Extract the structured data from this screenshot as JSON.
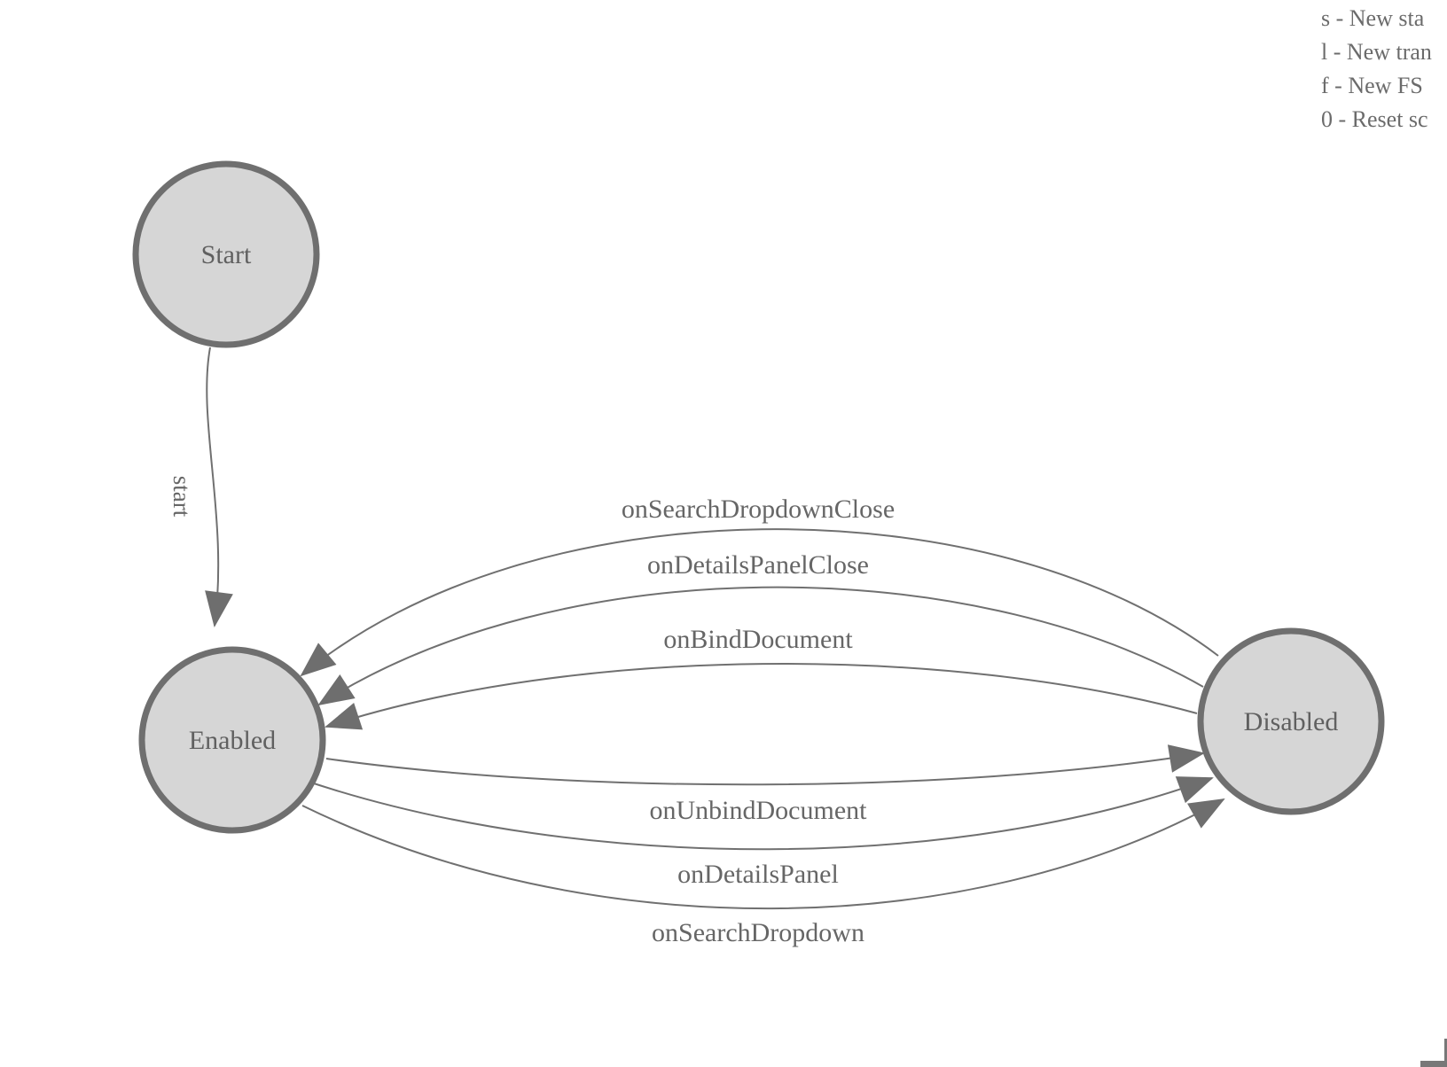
{
  "legend": {
    "lines": [
      "s - New sta",
      "l - New tran",
      "f - New FS",
      "0 - Reset sc"
    ]
  },
  "states": [
    {
      "id": "start",
      "label": "Start"
    },
    {
      "id": "enabled",
      "label": "Enabled"
    },
    {
      "id": "disabled",
      "label": "Disabled"
    }
  ],
  "transitions": [
    {
      "label": "start",
      "from": "Start",
      "to": "Enabled"
    },
    {
      "label": "onSearchDropdownClose",
      "from": "Disabled",
      "to": "Enabled"
    },
    {
      "label": "onDetailsPanelClose",
      "from": "Disabled",
      "to": "Enabled"
    },
    {
      "label": "onBindDocument",
      "from": "Disabled",
      "to": "Enabled"
    },
    {
      "label": "onUnbindDocument",
      "from": "Enabled",
      "to": "Disabled"
    },
    {
      "label": "onDetailsPanel",
      "from": "Enabled",
      "to": "Disabled"
    },
    {
      "label": "onSearchDropdown",
      "from": "Enabled",
      "to": "Disabled"
    }
  ],
  "colors": {
    "background": "#ffffff",
    "state_fill": "#d6d6d6",
    "state_border": "#6f6f6f",
    "edge_stroke": "#707070",
    "arrowhead": "#6e6e6e",
    "label_text": "#666666",
    "legend_text": "#6b6b6b"
  }
}
